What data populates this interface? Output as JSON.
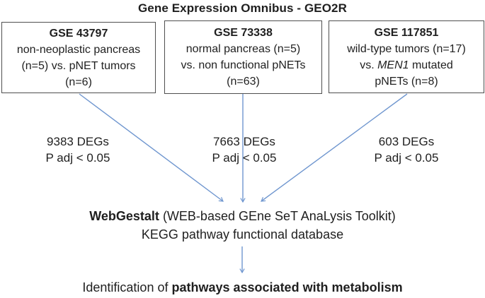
{
  "title": "Gene Expression Omnibus - GEO2R",
  "accent_color": "#6f96cf",
  "boxes": [
    {
      "title": "GSE 43797",
      "line1": "non-neoplastic pancreas",
      "line2": "(n=5) vs. pNET tumors",
      "line3": "(n=6)"
    },
    {
      "title": "GSE 73338",
      "line1": "normal pancreas (n=5)",
      "line2": "vs. non functional pNETs",
      "line3": "(n=63)"
    },
    {
      "title": "GSE 117851",
      "line1": "wild-type tumors (n=17)",
      "line2_pre": "vs. ",
      "line2_italic": "MEN1",
      "line2_post": " mutated",
      "line3": "pNETs (n=8)"
    }
  ],
  "deg_labels": [
    {
      "count": "9383 DEGs",
      "threshold": "P adj < 0.05"
    },
    {
      "count": "7663 DEGs",
      "threshold": "P adj < 0.05"
    },
    {
      "count": "603 DEGs",
      "threshold": "P adj < 0.05"
    }
  ],
  "analysis": {
    "tool_bold": "WebGestalt",
    "tool_rest": " (WEB-based GEne SeT AnaLysis Toolkit)",
    "database": "KEGG pathway functional database"
  },
  "conclusion": {
    "prefix": "Identification of ",
    "bold": "pathways associated with metabolism"
  }
}
